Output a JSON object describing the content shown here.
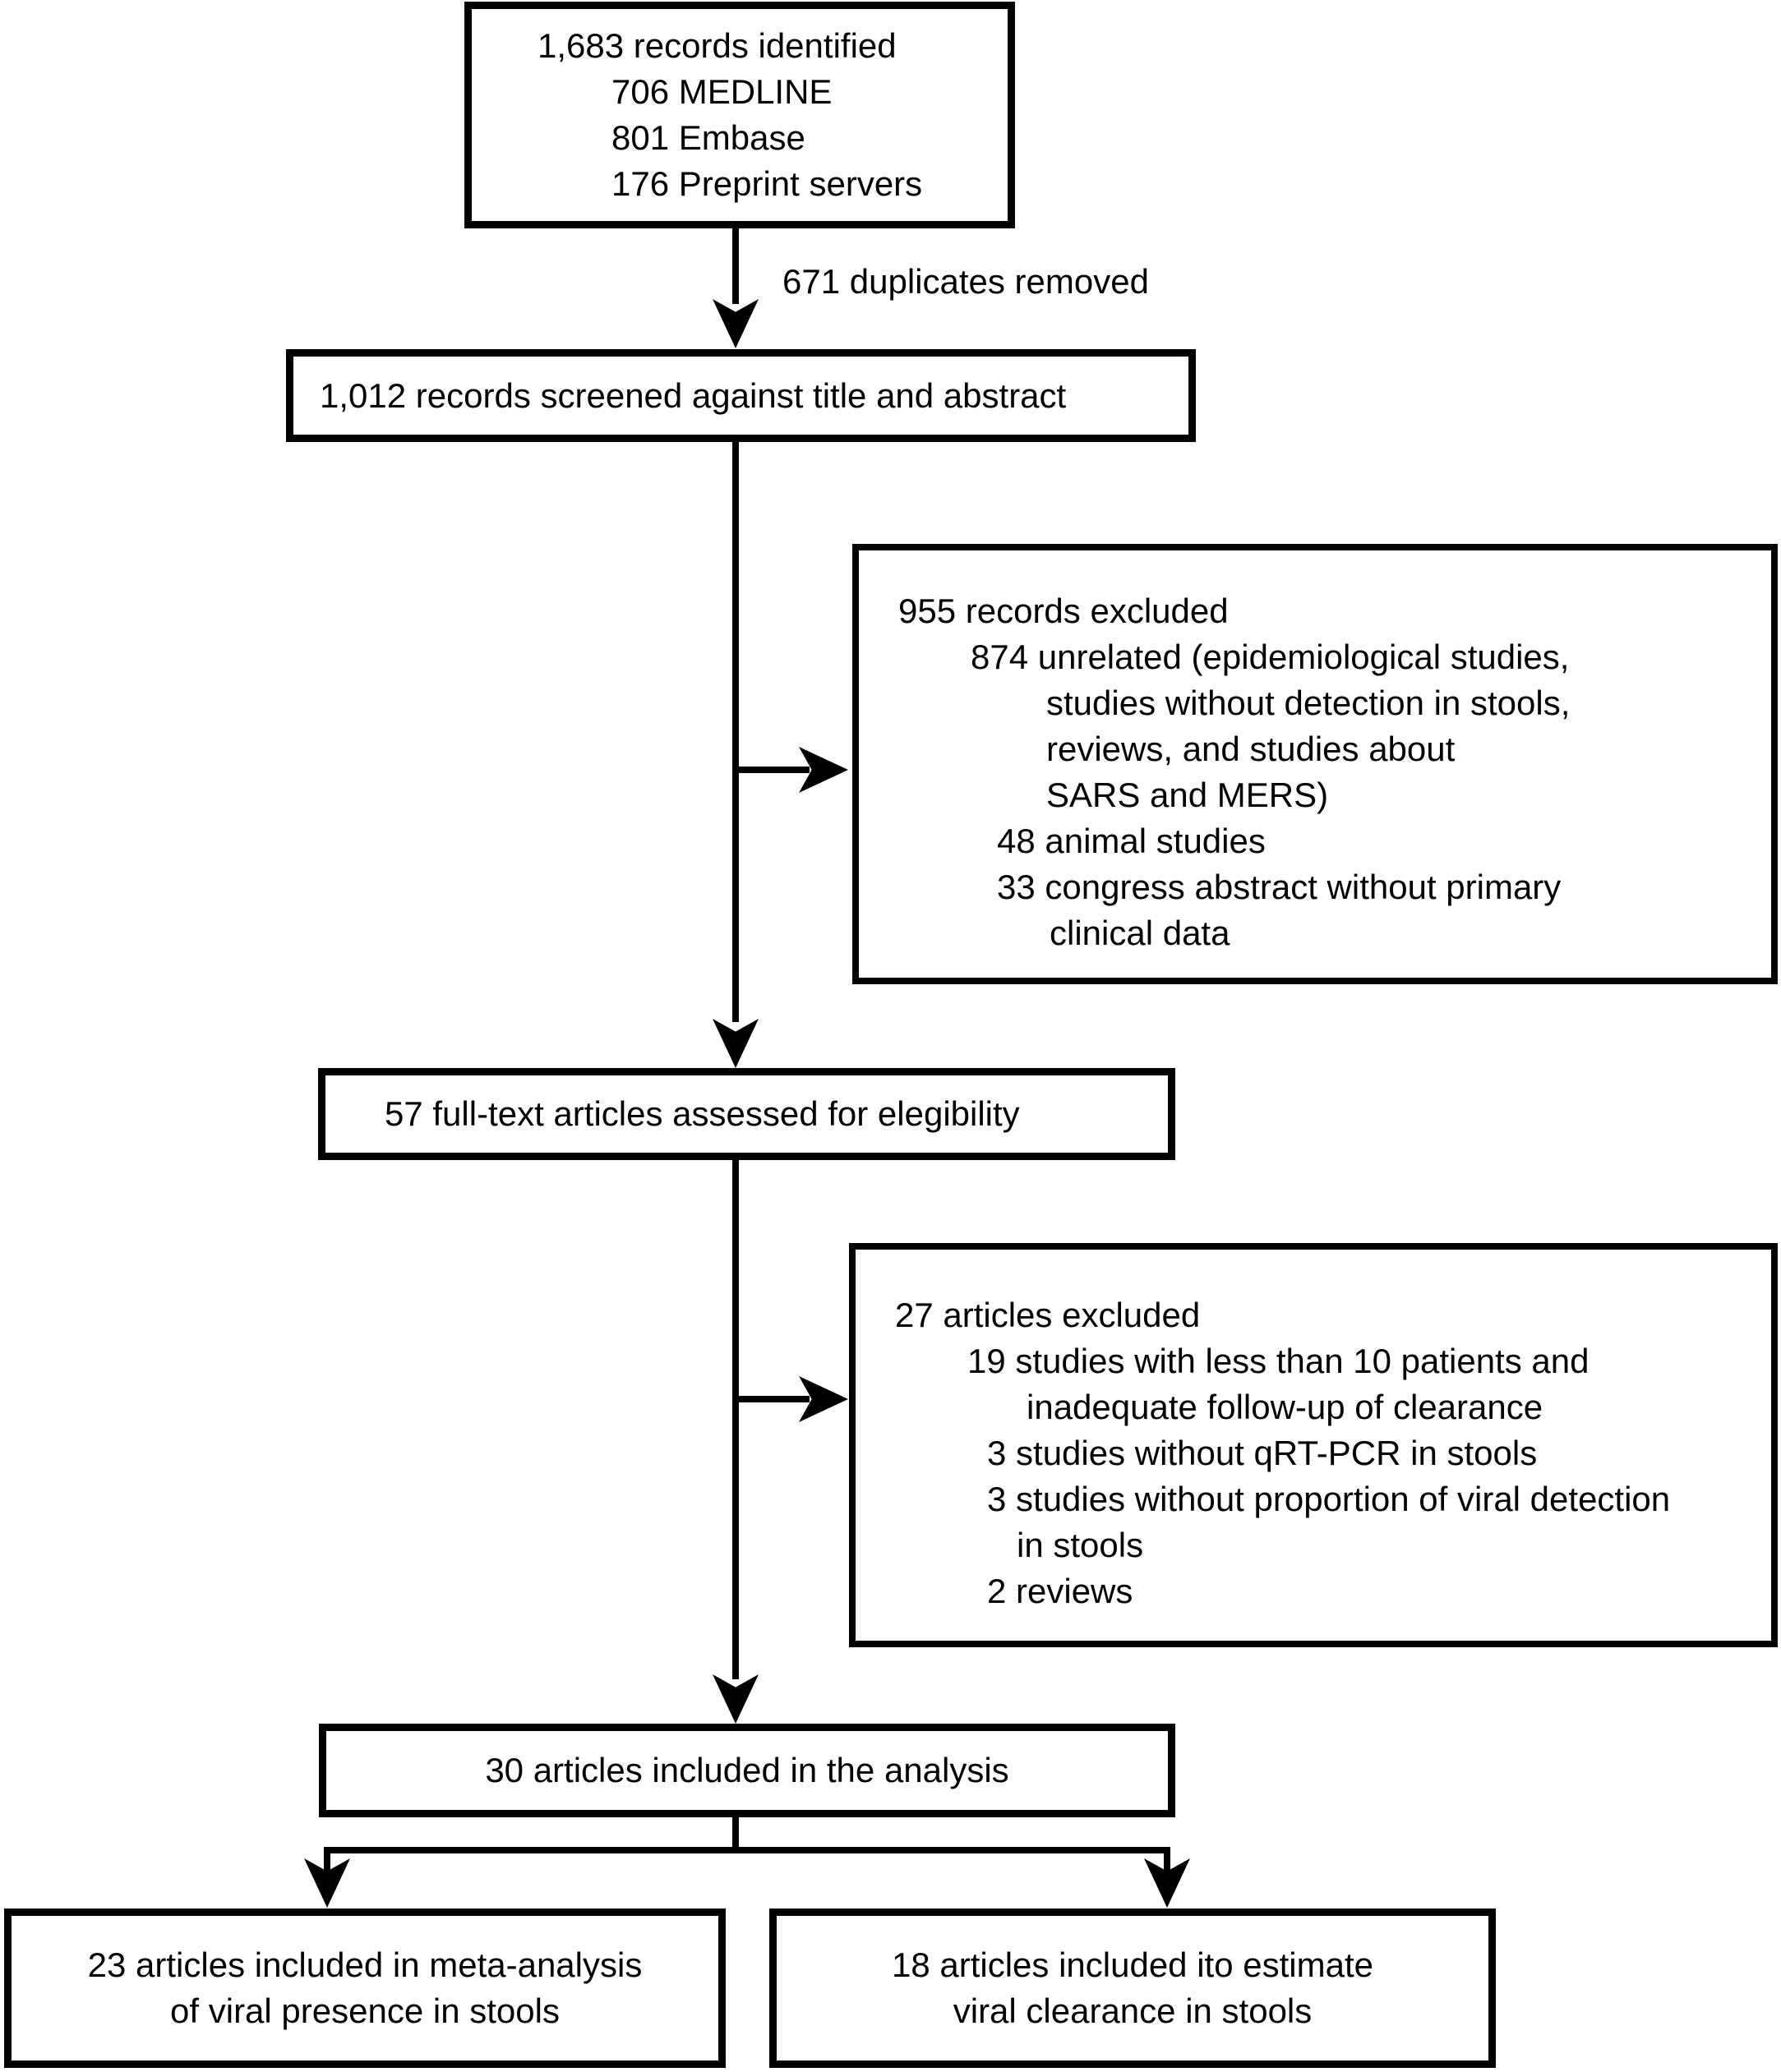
{
  "boxes": {
    "identified": {
      "title": "1,683 records identified",
      "items": [
        "706 MEDLINE",
        "801 Embase",
        "176 Preprint servers"
      ]
    },
    "duplicates_label": "671 duplicates removed",
    "screened": {
      "title": "1,012 records screened against title and abstract"
    },
    "excluded1": {
      "line1": "955 records excluded",
      "line2": "874 unrelated (epidemiological studies,",
      "line3": "studies without detection in stools,",
      "line4": "reviews, and studies about",
      "line5": "SARS and MERS)",
      "line6": "48 animal studies",
      "line7": "33 congress abstract without primary",
      "line8": "clinical data"
    },
    "fulltext": {
      "title": "57 full-text articles assessed for elegibility"
    },
    "excluded2": {
      "line1": "27 articles excluded",
      "line2": "19 studies with less than 10 patients and",
      "line3": "inadequate follow-up of clearance",
      "line4": "3 studies without qRT-PCR in stools",
      "line5": "3 studies without proportion of viral detection",
      "line6": "in stools",
      "line7": "2 reviews"
    },
    "included": {
      "title": "30 articles included in the analysis"
    },
    "meta_analysis": {
      "line1": "23 articles included in meta-analysis",
      "line2": "of viral presence in stools"
    },
    "clearance": {
      "line1": "18 articles included ito estimate",
      "line2": "viral clearance in stools"
    }
  },
  "colors": {
    "line": "#000000",
    "background": "#ffffff",
    "text": "#000000"
  }
}
